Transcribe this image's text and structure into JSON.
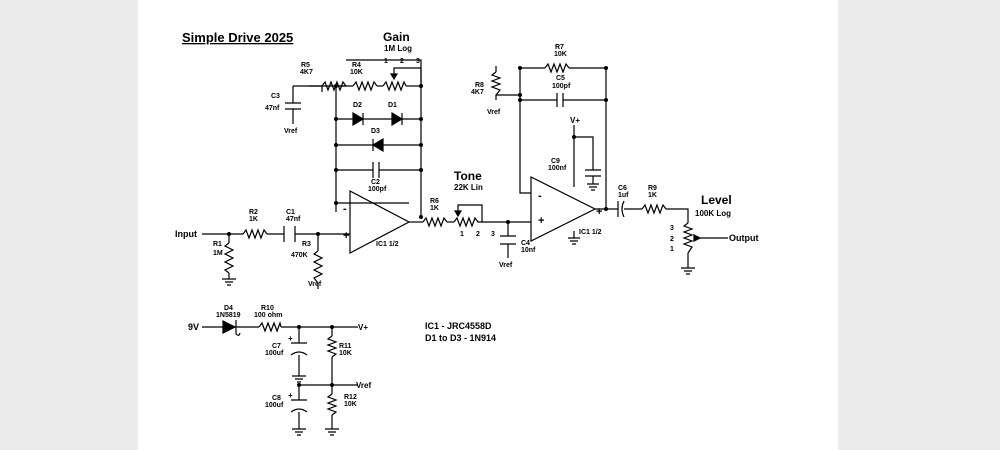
{
  "title": "Simple Drive 2025",
  "labels": {
    "gain": "Gain",
    "gain_value": "1M Log",
    "tone": "Tone",
    "tone_value": "22K Lin",
    "level": "Level",
    "level_value": "100K Log",
    "input": "Input",
    "output": "Output",
    "nine_v": "9V",
    "vplus": "V+",
    "vref": "Vref",
    "pin1": "1",
    "pin2": "2",
    "pin3": "3",
    "plus": "+",
    "minus": "-",
    "cap_plus": "+"
  },
  "components": {
    "R1": {
      "name": "R1",
      "value": "1M"
    },
    "R2": {
      "name": "R2",
      "value": "1K"
    },
    "R3": {
      "name": "R3",
      "value": "470K"
    },
    "R4": {
      "name": "R4",
      "value": "10K"
    },
    "R5": {
      "name": "R5",
      "value": "4K7"
    },
    "R6": {
      "name": "R6",
      "value": "1K"
    },
    "R7": {
      "name": "R7",
      "value": "10K"
    },
    "R8": {
      "name": "R8",
      "value": "4K7"
    },
    "R9": {
      "name": "R9",
      "value": "1K"
    },
    "R10": {
      "name": "R10",
      "value": "100 ohm"
    },
    "R11": {
      "name": "R11",
      "value": "10K"
    },
    "R12": {
      "name": "R12",
      "value": "10K"
    },
    "C1": {
      "name": "C1",
      "value": "47nf"
    },
    "C2": {
      "name": "C2",
      "value": "100pf"
    },
    "C3": {
      "name": "C3",
      "value": "47nf"
    },
    "C4": {
      "name": "C4",
      "value": "10nf"
    },
    "C5": {
      "name": "C5",
      "value": "100pf"
    },
    "C6": {
      "name": "C6",
      "value": "1uf"
    },
    "C7": {
      "name": "C7",
      "value": "100uf"
    },
    "C8": {
      "name": "C8",
      "value": "100uf"
    },
    "C9": {
      "name": "C9",
      "value": "100nf"
    },
    "D1": {
      "name": "D1"
    },
    "D2": {
      "name": "D2"
    },
    "D3": {
      "name": "D3"
    },
    "D4": {
      "name": "D4",
      "value": "1N5819"
    },
    "IC1a": {
      "name": "IC1 1/2"
    },
    "IC1b": {
      "name": "IC1 1/2"
    }
  },
  "notes": {
    "ic": "IC1 - JRC4558D",
    "diodes": "D1 to D3 - 1N914"
  }
}
